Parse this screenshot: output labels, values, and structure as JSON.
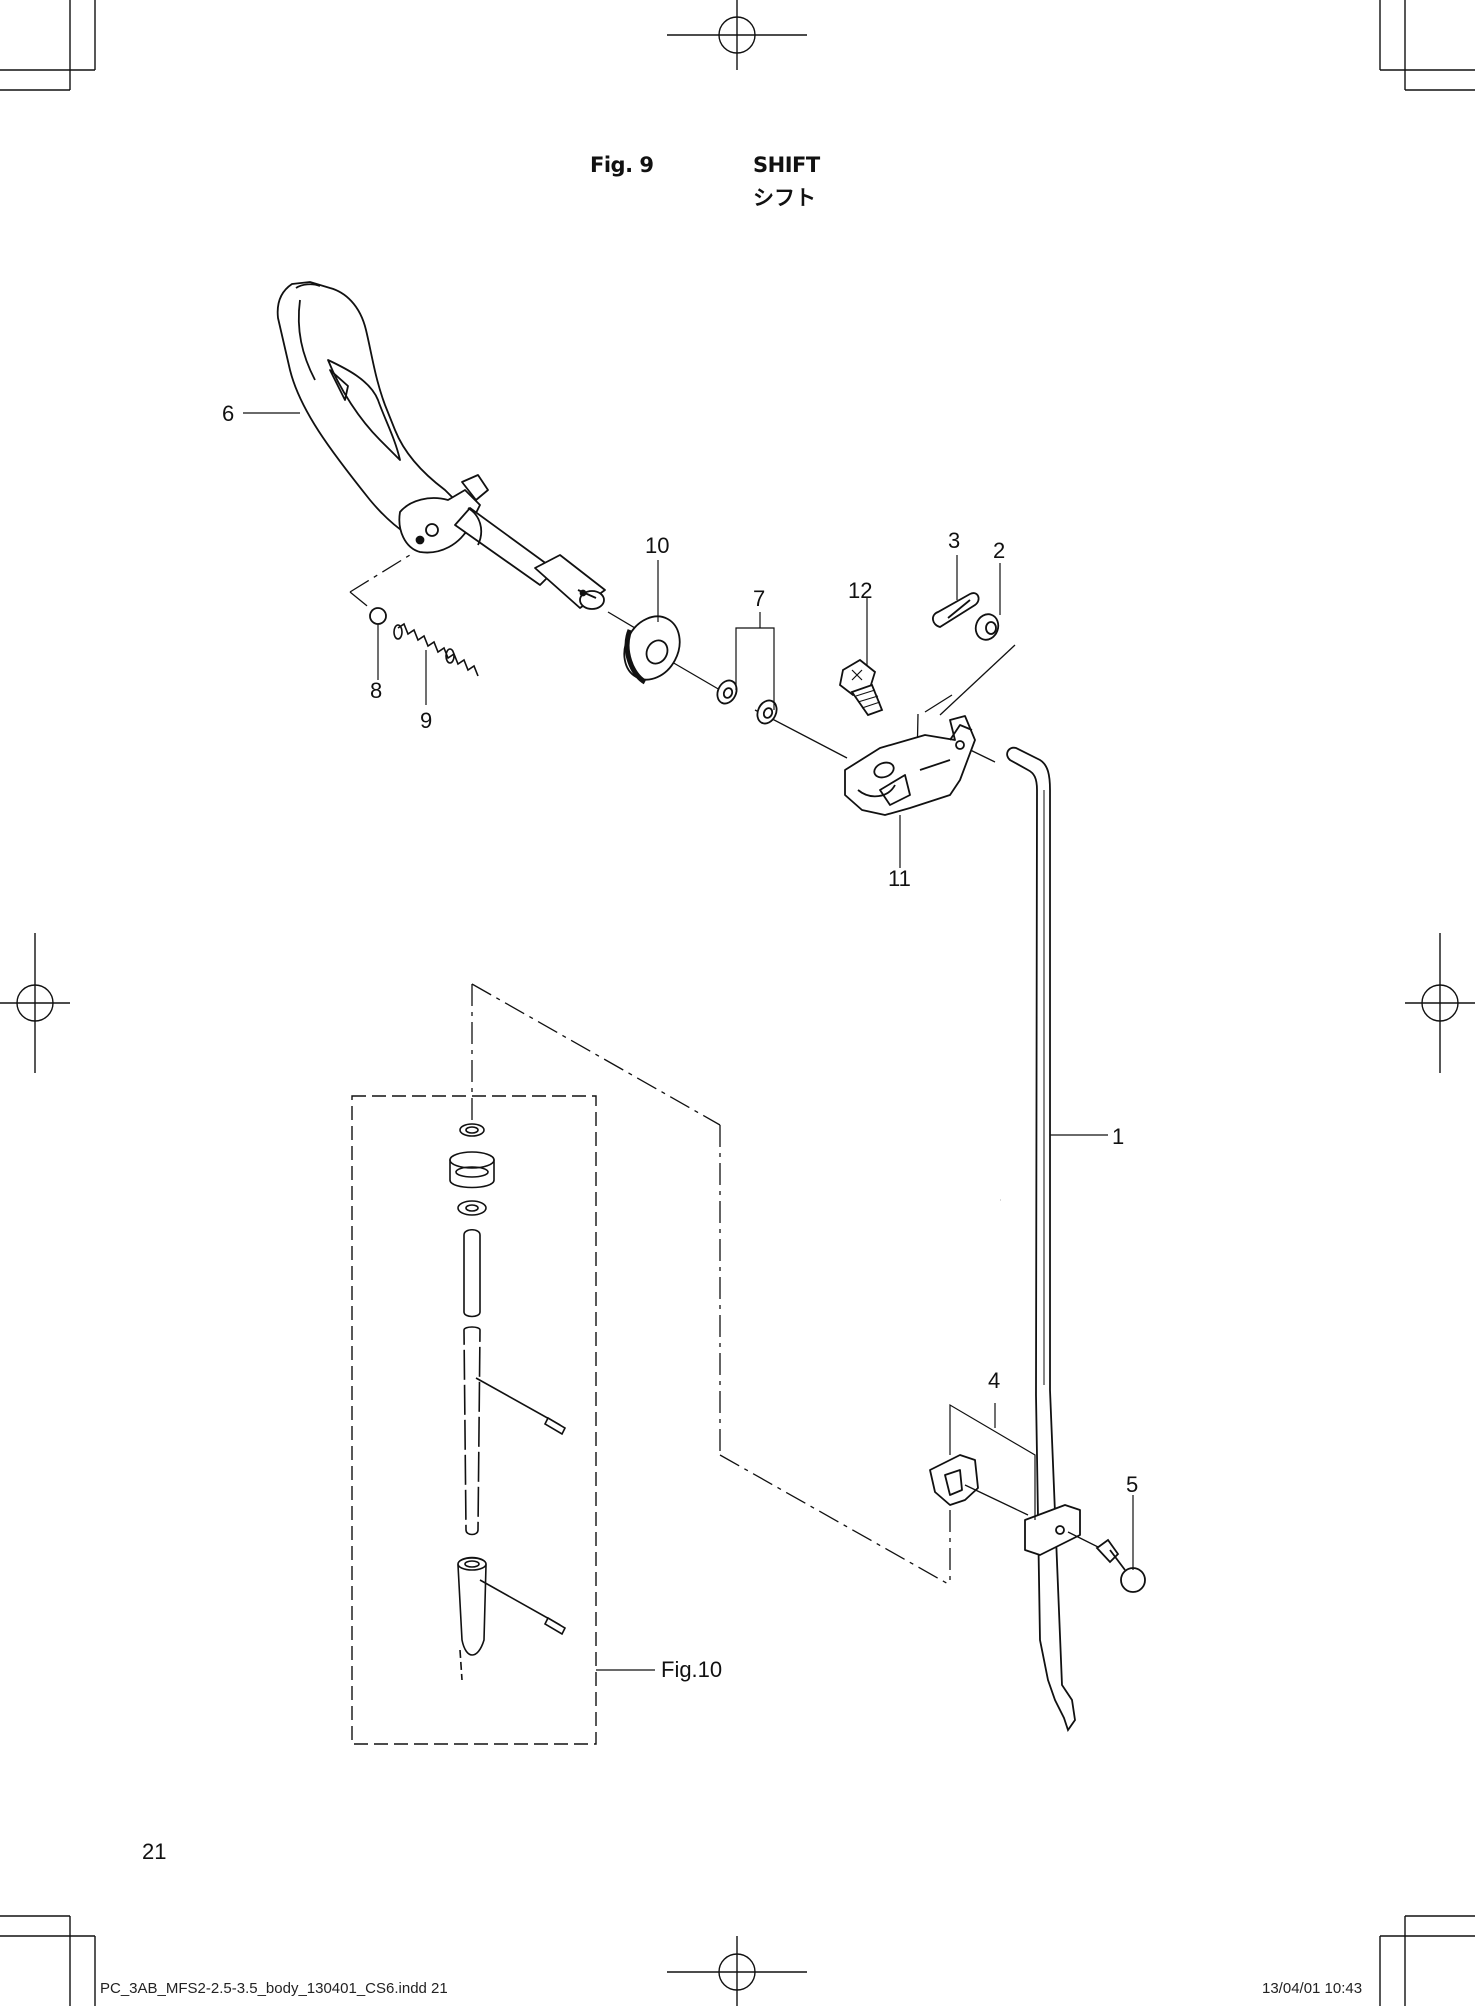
{
  "header": {
    "fig_number": "Fig. 9",
    "title_en": "SHIFT",
    "title_jp": "シフト"
  },
  "callouts": {
    "p1": "1",
    "p2": "2",
    "p3": "3",
    "p4": "4",
    "p5": "5",
    "p6": "6",
    "p7": "7",
    "p8": "8",
    "p9": "9",
    "p10": "10",
    "p11": "11",
    "p12": "12",
    "fig_ref": "Fig.10"
  },
  "page_number": "21",
  "footer": {
    "file": "PC_3AB_MFS2-2.5-3.5_body_130401_CS6.indd   21",
    "stamp": "13/04/01   10:43"
  }
}
